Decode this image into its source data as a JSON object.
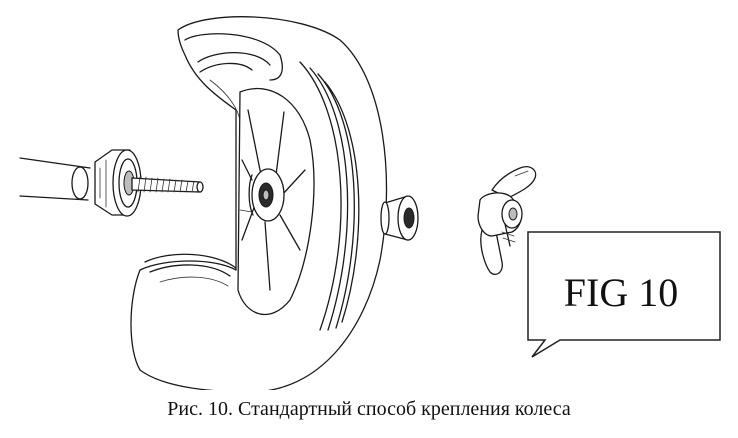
{
  "figure": {
    "label": "FIG 10"
  },
  "caption": "Рис. 10. Стандартный способ крепления колеса",
  "parts": [
    {
      "name": "axle-shaft"
    },
    {
      "name": "axle-collar"
    },
    {
      "name": "threaded-bolt"
    },
    {
      "name": "wheel"
    },
    {
      "name": "spacer-bushing"
    },
    {
      "name": "wing-nut"
    }
  ]
}
